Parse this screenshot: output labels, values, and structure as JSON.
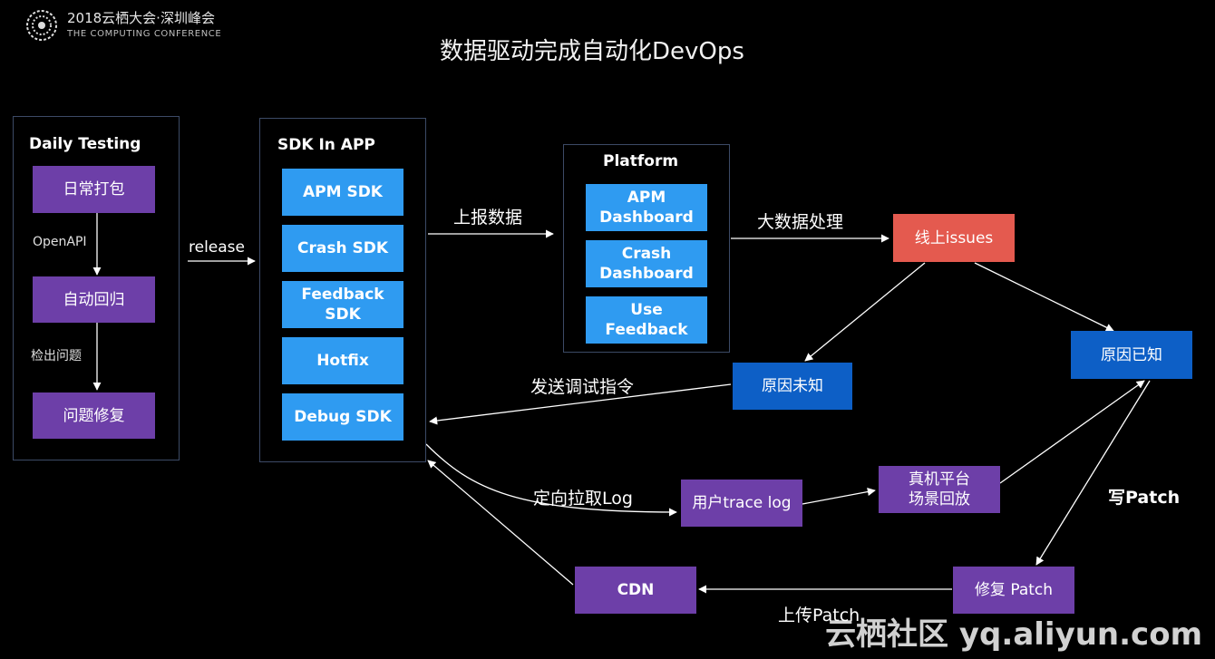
{
  "header": {
    "logo_title": "2018云栖大会·深圳峰会",
    "logo_subtitle": "THE COMPUTING CONFERENCE",
    "page_title": "数据驱动完成自动化DevOps"
  },
  "daily_testing": {
    "title": "Daily Testing",
    "steps": [
      "日常打包",
      "自动回归",
      "问题修复"
    ],
    "edge_labels": [
      "OpenAPI",
      "检出问题"
    ]
  },
  "sdk_in_app": {
    "title": "SDK In APP",
    "items": [
      "APM SDK",
      "Crash SDK",
      "Feedback SDK",
      "Hotfix",
      "Debug SDK"
    ]
  },
  "platform": {
    "title": "Platform",
    "items": [
      "APM Dashboard",
      "Crash Dashboard",
      "Use Feedback"
    ]
  },
  "nodes": {
    "online_issues": "线上issues",
    "cause_unknown": "原因未知",
    "cause_known": "原因已知",
    "user_trace_log": "用户trace log",
    "device_replay_line1": "真机平台",
    "device_replay_line2": "场景回放",
    "fix_patch": "修复 Patch",
    "cdn": "CDN"
  },
  "edge_labels": {
    "release": "release",
    "report_data": "上报数据",
    "big_data": "大数据处理",
    "send_debug": "发送调试指令",
    "pull_log": "定向拉取Log",
    "write_patch": "写Patch",
    "upload_patch": "上传Patch"
  },
  "watermark": "云栖社区 yq.aliyun.com",
  "colors": {
    "background": "#000000",
    "purple_box": "#6d3fa8",
    "sky_box": "#2f9bf1",
    "blue_box": "#0d5fc6",
    "red_box": "#e45a4f",
    "frame_border": "#3c4a66"
  }
}
